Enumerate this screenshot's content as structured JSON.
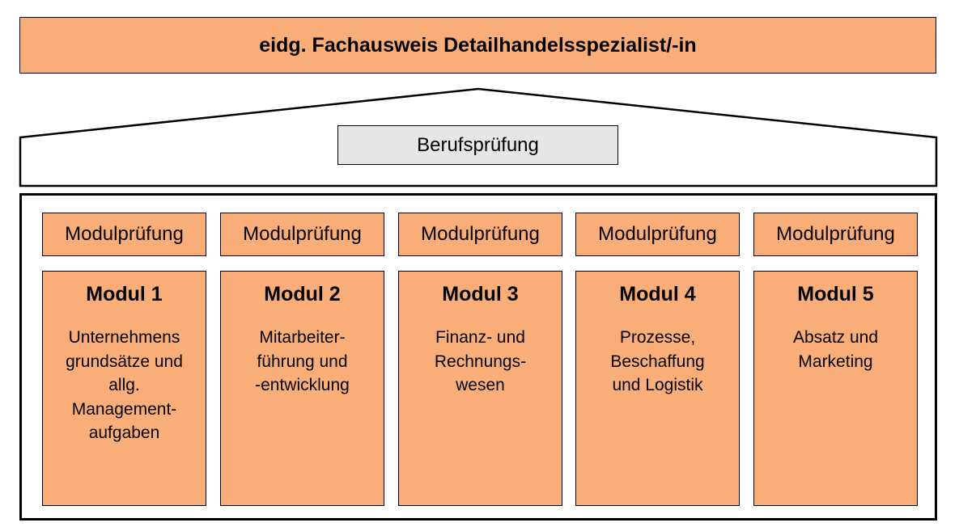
{
  "title": "eidg. Fachausweis Detailhandelsspezialist/-in",
  "roof_label": "Berufsprüfung",
  "colors": {
    "module_fill": "#f9ae7a",
    "roof_label_fill": "#e6e6e6"
  },
  "modules": [
    {
      "exam": "Modulprüfung",
      "name": "Modul 1",
      "description": "Unternehmens\ngrundsätze und\nallg.\nManagement-\naufgaben"
    },
    {
      "exam": "Modulprüfung",
      "name": "Modul 2",
      "description": "Mitarbeiter-\nführung und\n-entwicklung"
    },
    {
      "exam": "Modulprüfung",
      "name": "Modul 3",
      "description": "Finanz- und\nRechnungs-\nwesen"
    },
    {
      "exam": "Modulprüfung",
      "name": "Modul 4",
      "description": "Prozesse,\nBeschaffung\nund Logistik"
    },
    {
      "exam": "Modulprüfung",
      "name": "Modul 5",
      "description": "Absatz und\nMarketing"
    }
  ]
}
